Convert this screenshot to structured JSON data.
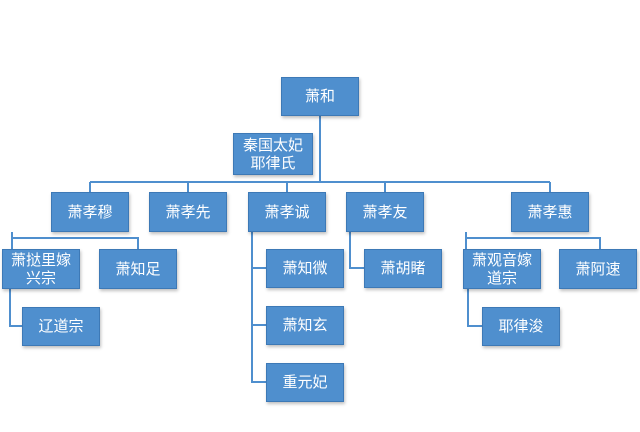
{
  "root": {
    "label": "萧和"
  },
  "spouse": {
    "label": "秦国太妃耶律氏"
  },
  "children": [
    {
      "label": "萧孝穆"
    },
    {
      "label": "萧孝先"
    },
    {
      "label": "萧孝诚"
    },
    {
      "label": "萧孝友"
    },
    {
      "label": "萧孝惠"
    }
  ],
  "grandchildren": {
    "xiaomu": [
      {
        "label": "萧挞里嫁兴宗"
      },
      {
        "label": "萧知足"
      }
    ],
    "xiaocheng": [
      {
        "label": "萧知微"
      },
      {
        "label": "萧知玄"
      },
      {
        "label": "重元妃"
      }
    ],
    "xiaoyou": [
      {
        "label": "萧胡睹"
      }
    ],
    "xiaohui": [
      {
        "label": "萧观音嫁道宗"
      },
      {
        "label": "萧阿速"
      }
    ]
  },
  "great_grandchildren": {
    "tali": {
      "label": "辽道宗"
    },
    "guanyin": {
      "label": "耶律浚"
    }
  },
  "colors": {
    "node_fill": "#4f8fce",
    "node_border": "#3d79b6",
    "line": "#4f8fce"
  }
}
